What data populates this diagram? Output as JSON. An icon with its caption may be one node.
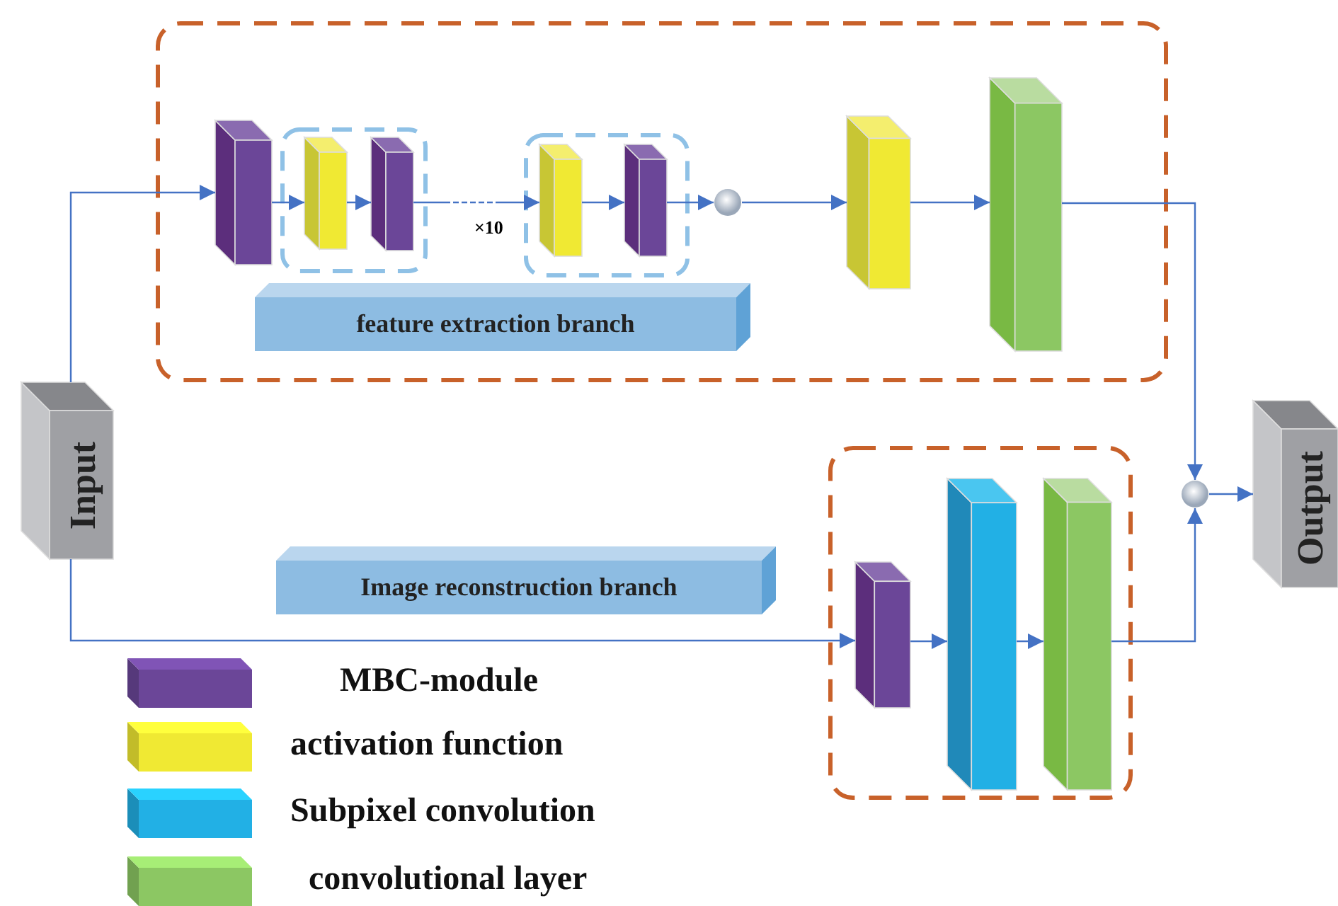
{
  "diagram": {
    "nodes": [
      {
        "text": [],
        "shape": "box"
      },
      {
        "text": [],
        "shape": "box"
      },
      {
        "text": [
          "Input"
        ]
      },
      {
        "text": [],
        "shape": "box",
        "in": 0
      },
      {
        "text": [],
        "shape": "box",
        "in": 0
      },
      {
        "text": [],
        "shape": "box",
        "in": 4
      },
      {
        "text": [],
        "shape": "box",
        "in": 4
      },
      {
        "text": [],
        "shape": "box",
        "in": 0
      },
      {
        "text": [],
        "shape": "box",
        "in": 7
      },
      {
        "text": [],
        "shape": "box",
        "in": 7
      },
      {
        "text": [],
        "shape": "circle",
        "in": 0
      },
      {
        "text": [],
        "shape": "box",
        "in": 0
      },
      {
        "text": [],
        "shape": "box",
        "in": 0
      },
      {
        "text": [
          "feature extraction branch"
        ],
        "in": 0
      },
      {
        "text": [
          "Image reconstruction branch"
        ]
      },
      {
        "text": [],
        "shape": "box",
        "in": 1
      },
      {
        "text": [],
        "shape": "box",
        "in": 1
      },
      {
        "text": [],
        "shape": "box",
        "in": 1
      },
      {
        "text": [],
        "shape": "circle"
      },
      {
        "text": [
          "Output"
        ]
      }
    ],
    "edges": [
      {
        "from": 2,
        "to": 3,
        "arrow": "to"
      },
      {
        "from": 3,
        "to": 5,
        "arrow": "to"
      },
      {
        "from": 5,
        "to": 6,
        "arrow": "to"
      },
      {
        "from": 6,
        "to": 8,
        "arrow": "to"
      },
      {
        "from": 8,
        "to": 9,
        "arrow": "to"
      },
      {
        "from": 9,
        "to": 10,
        "arrow": "to"
      },
      {
        "from": 10,
        "to": 11,
        "arrow": "to"
      },
      {
        "from": 11,
        "to": 12,
        "arrow": "to"
      },
      {
        "from": 12,
        "to": 18,
        "arrow": "to"
      },
      {
        "from": 2,
        "to": 15,
        "arrow": "to"
      },
      {
        "from": 15,
        "to": 16,
        "arrow": "to"
      },
      {
        "from": 16,
        "to": 17,
        "arrow": "to"
      },
      {
        "from": 17,
        "to": 18,
        "arrow": "to"
      },
      {
        "from": 18,
        "to": 19,
        "arrow": "to"
      }
    ],
    "labels": [
      "×10"
    ],
    "legend": [
      {
        "text": "MBC-module",
        "color": "#6b4698"
      },
      {
        "text": "activation function",
        "color": "#f0e933"
      },
      {
        "text": "Subpixel convolution",
        "color": "#22b0e5"
      },
      {
        "text": "convolutional layer",
        "color": "#8cc763"
      }
    ]
  }
}
